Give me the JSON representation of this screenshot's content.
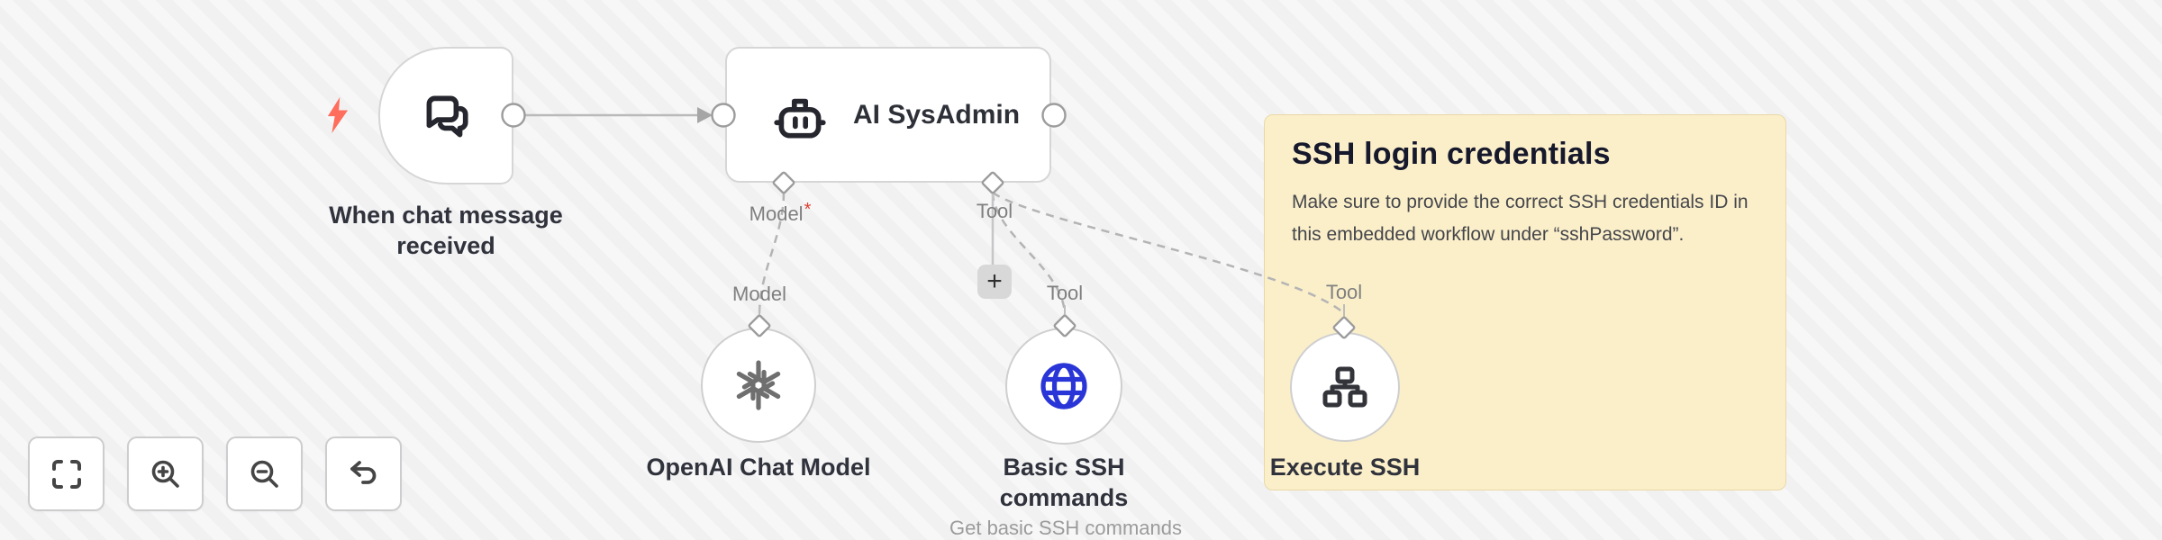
{
  "workflow": {
    "trigger": {
      "label": "When chat message received"
    },
    "agent": {
      "title": "AI SysAdmin",
      "model_port_label": "Model",
      "model_required_mark": "*",
      "tool_port_label": "Tool"
    },
    "add_tool_button_glyph": "+",
    "openai_node": {
      "port_label": "Model",
      "label": "OpenAI Chat Model"
    },
    "basic_ssh_node": {
      "port_label": "Tool",
      "label": "Basic SSH commands",
      "description": "Get basic SSH commands"
    },
    "execute_ssh_node": {
      "port_label": "Tool",
      "label": "Execute SSH"
    }
  },
  "sticky_note": {
    "title": "SSH login credentials",
    "body": "Make sure to provide the correct SSH credentials ID in this embedded workflow under “sshPassword”."
  },
  "controls": {
    "fit_view_icon": "fit-view",
    "zoom_in_icon": "zoom-in",
    "zoom_out_icon": "zoom-out",
    "undo_icon": "undo"
  },
  "icons": {
    "trigger": "chat-bubbles-icon",
    "agent": "robot-icon",
    "openai": "openai-logo-icon",
    "basic_ssh": "globe-icon",
    "execute_ssh": "network-icon",
    "trigger_badge": "lightning-icon"
  },
  "colors": {
    "canvas_bg": "#f4f4f5",
    "node_border": "#d6d6d6",
    "connection_gray": "#b9b9b9",
    "lightning_coral": "#ff6d5c",
    "globe_blue": "#2a35d8",
    "required_red": "#e03e2f",
    "sticky_bg": "#fbefca",
    "sticky_border": "#e9d9a6",
    "label_dark": "#30323c",
    "port_label_gray": "#7f7f7f"
  }
}
